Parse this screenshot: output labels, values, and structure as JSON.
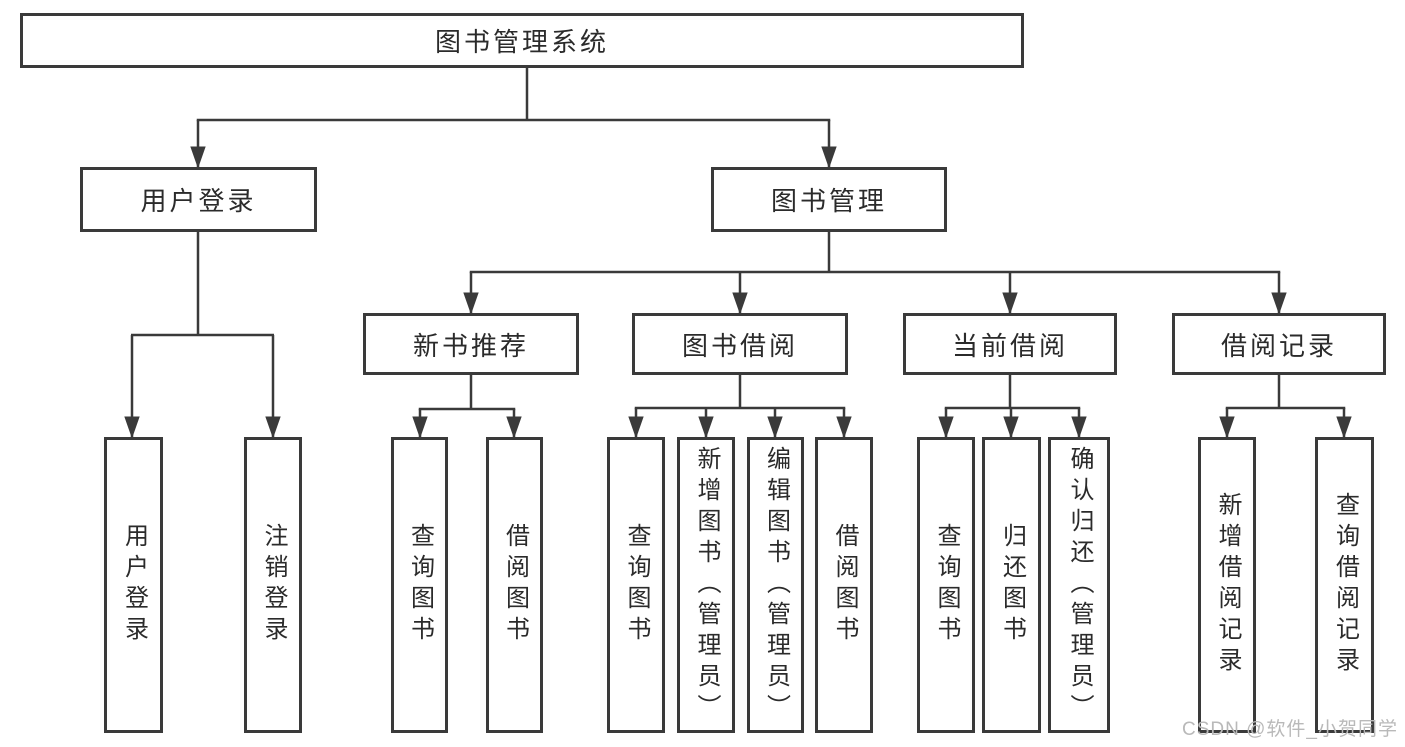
{
  "page": {
    "watermark": "CSDN @软件_小贺同学"
  },
  "colors": {
    "background": "#ffffff",
    "line": "#3a3a3a",
    "box_border": "#3a3a3a",
    "text": "#2b2b2b",
    "watermark": "#b9b9b9"
  },
  "nodes": {
    "root": "图书管理系统",
    "user_login": "用户登录",
    "book_management": "图书管理",
    "new_book_recommend": "新书推荐",
    "book_borrow": "图书借阅",
    "current_borrow": "当前借阅",
    "borrow_records": "借阅记录",
    "leaves": {
      "user_login": [
        "用户登录",
        "注销登录"
      ],
      "new_book_recommend": [
        "查询图书",
        "借阅图书"
      ],
      "book_borrow": [
        "查询图书",
        "新增图书（管理员）",
        "编辑图书（管理员）",
        "借阅图书"
      ],
      "current_borrow": [
        "查询图书",
        "归还图书",
        "确认归还（管理员）"
      ],
      "borrow_records": [
        "新增借阅记录",
        "查询借阅记录"
      ]
    }
  }
}
